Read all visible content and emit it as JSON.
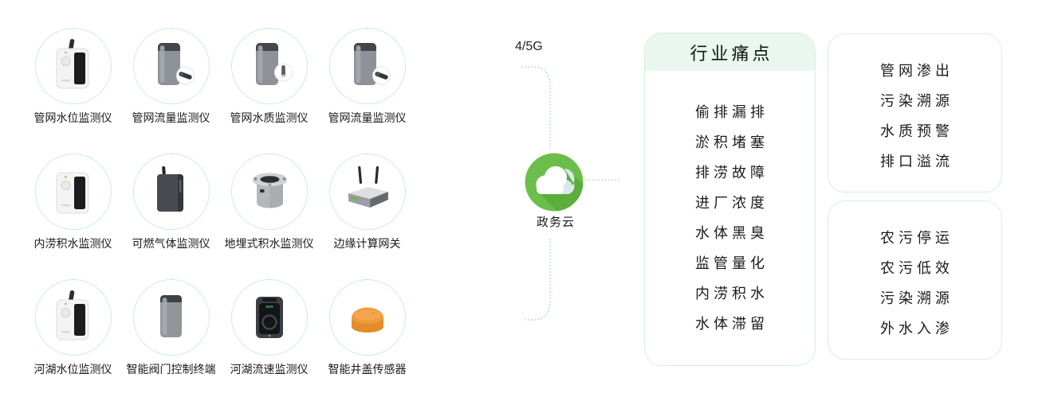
{
  "connector": {
    "network_label": "4/5G",
    "cloud_label": "政务云"
  },
  "devices": [
    {
      "label": "管网水位监测仪",
      "icon": "pipe-water-level-monitor"
    },
    {
      "label": "管网流量监测仪",
      "icon": "pipe-flow-monitor"
    },
    {
      "label": "管网水质监测仪",
      "icon": "pipe-water-quality-monitor"
    },
    {
      "label": "管网流量监测仪",
      "icon": "pipe-flow-monitor"
    },
    {
      "label": "内涝积水监测仪",
      "icon": "waterlogging-monitor"
    },
    {
      "label": "可燃气体监测仪",
      "icon": "combustible-gas-monitor"
    },
    {
      "label": "地埋式积水监测仪",
      "icon": "buried-water-monitor"
    },
    {
      "label": "边缘计算网关",
      "icon": "edge-computing-gateway"
    },
    {
      "label": "河湖水位监测仪",
      "icon": "river-water-level-monitor"
    },
    {
      "label": "智能阀门控制终端",
      "icon": "smart-valve-terminal"
    },
    {
      "label": "河湖流速监测仪",
      "icon": "river-flow-velocity-monitor"
    },
    {
      "label": "智能井盖传感器",
      "icon": "smart-manhole-sensor"
    }
  ],
  "panels": {
    "industry": {
      "title": "行业痛点",
      "items": [
        "偷排漏排",
        "淤积堵塞",
        "排涝故障",
        "进厂浓度",
        "水体黑臭",
        "监管量化",
        "内涝积水",
        "水体滞留"
      ]
    },
    "network": {
      "items": [
        "管网渗出",
        "污染溯源",
        "水质预警",
        "排口溢流"
      ]
    },
    "rural": {
      "items": [
        "农污停运",
        "农污低效",
        "污染溯源",
        "外水入渗"
      ]
    }
  },
  "colors": {
    "cloud_green": "#6cbe4b",
    "cloud_shadow_green": "#5bad3c",
    "dotted_line_teal": "#a5dcc4",
    "device_circle_dotted": "#93d9c5",
    "panel_border": "#d5efdf",
    "panel_header_bg": "#e9f7ef",
    "manhole_orange": "#ef9b3d",
    "text_dark": "#1b1b1b"
  }
}
